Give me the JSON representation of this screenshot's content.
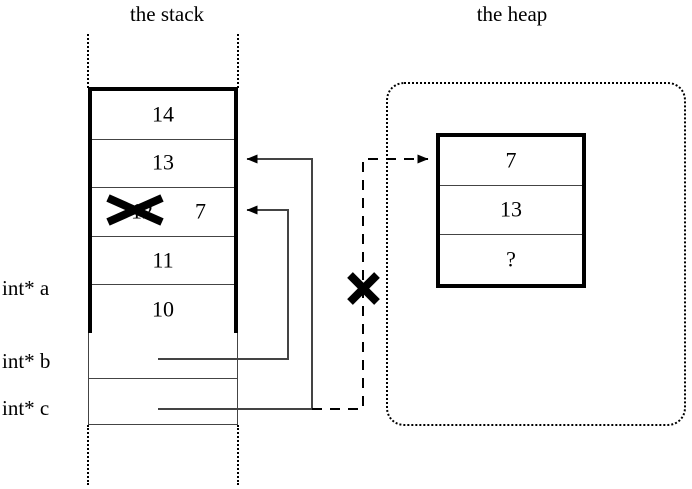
{
  "diagram": {
    "stack": {
      "title": "the stack",
      "array_cells": [
        {
          "value": "14",
          "struck": false,
          "new_value": ""
        },
        {
          "value": "13",
          "struck": false,
          "new_value": ""
        },
        {
          "value": "12",
          "struck": true,
          "new_value": "7"
        },
        {
          "value": "11",
          "struck": false,
          "new_value": ""
        },
        {
          "value": "10",
          "struck": false,
          "new_value": ""
        }
      ],
      "variables": [
        {
          "label": "int* a",
          "value": ""
        },
        {
          "label": "int* b",
          "value": ""
        },
        {
          "label": "int* c",
          "value": ""
        }
      ]
    },
    "heap": {
      "title": "the heap",
      "array_cells": [
        {
          "value": "7"
        },
        {
          "value": "13"
        },
        {
          "value": "?"
        }
      ]
    },
    "annotations": {
      "struck_cell_mark": "x-cross-mark",
      "broken_pointer_mark": "x-cross-mark",
      "pointer_b_target": "stack cell index 2",
      "pointer_c_target": "stack cell index 1",
      "dangling_dashed_pointer_target": "heap cell index 0"
    },
    "colors": {
      "ink": "#000000",
      "thin_rule": "#444444",
      "background": "#ffffff"
    }
  }
}
